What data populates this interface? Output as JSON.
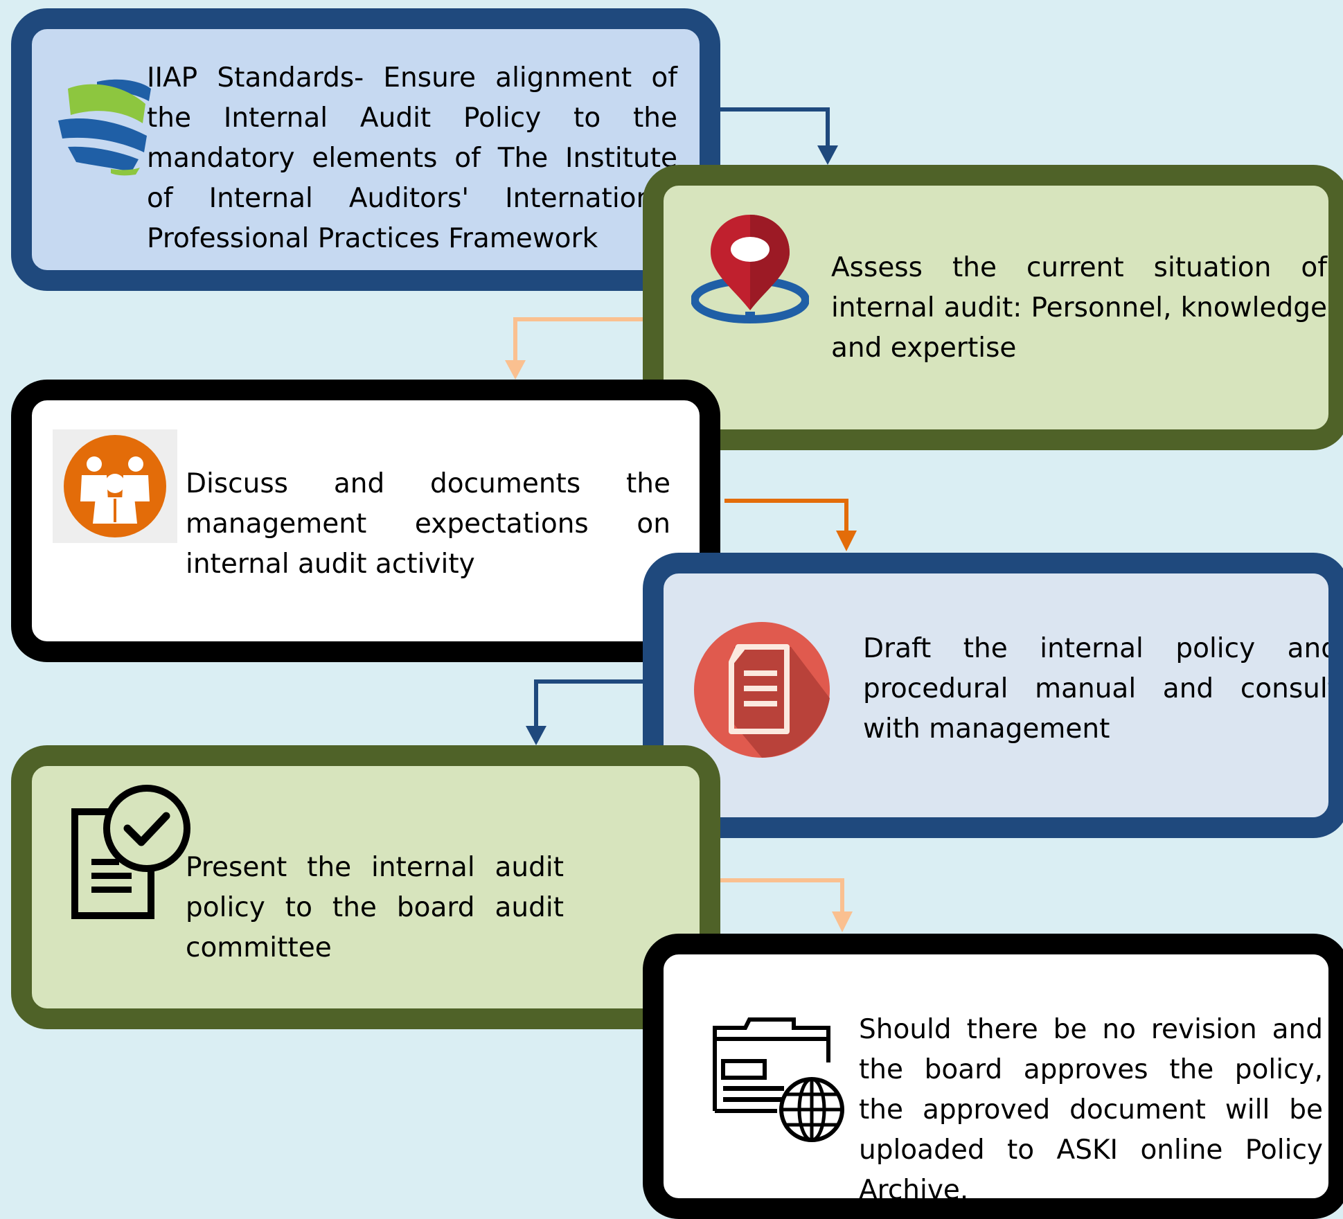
{
  "colors": {
    "background": "#daeef3",
    "dark_blue": "#1f497d",
    "light_blue_fill": "#c6d9f1",
    "pale_blue_fill": "#dbe5f1",
    "dark_green": "#4f6228",
    "light_green_fill": "#d7e4bd",
    "black": "#000000",
    "white": "#ffffff",
    "orange": "#e36c09",
    "light_orange": "#fac090"
  },
  "steps": [
    {
      "text": "IIAP Standards- Ensure alignment of the Internal Audit Policy to the mandatory elements of The Institute of Internal Auditors' International Professional Practices Framework",
      "icon": "globe-logo-icon"
    },
    {
      "text": "Assess the current situation of internal audit: Personnel, knowledge and expertise",
      "icon": "location-pin-icon"
    },
    {
      "text": "Discuss and documents the management expectations on internal audit activity",
      "icon": "team-group-icon"
    },
    {
      "text": "Draft the internal policy and procedural manual and consult with management",
      "icon": "document-icon"
    },
    {
      "text": "Present the internal audit policy to the board audit committee",
      "icon": "checklist-approved-icon"
    },
    {
      "text": "Should there be no revision and the board approves the policy, the approved document will be uploaded to ASKI online Policy Archive.",
      "icon": "online-folder-globe-icon"
    }
  ]
}
